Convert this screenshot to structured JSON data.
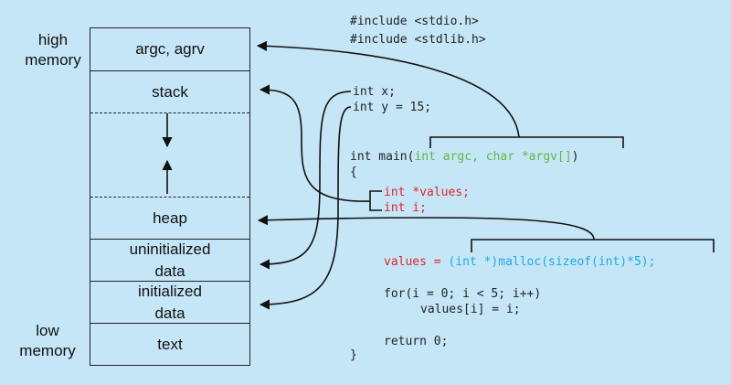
{
  "labels": {
    "high_memory": "high memory",
    "low_memory": "low memory"
  },
  "segments": {
    "argc_argv": "argc, agrv",
    "stack": "stack",
    "heap": "heap",
    "uninit_1": "uninitialized",
    "uninit_2": "data",
    "init_1": "initialized",
    "init_2": "data",
    "text": "text"
  },
  "code": {
    "include1": "#include <stdio.h>",
    "include2": "#include <stdlib.h>",
    "int_x": "int x;",
    "int_y": "int y = 15;",
    "main_prefix": "int main(",
    "main_params": "int argc, char *argv[]",
    "main_suffix": ")",
    "open_brace": "{",
    "int_values": "int *values;",
    "int_i": "int i;",
    "values_assign": "values = ",
    "malloc_call": "(int *)malloc(sizeof(int)*5);",
    "for_line": "for(i = 0; i < 5; i++)",
    "values_i": "values[i] = i;",
    "return_line": "return 0;",
    "close_brace": "}"
  },
  "colors": {
    "background": "#c5e6f7",
    "local_vars": "#e2242c",
    "params": "#5fb846",
    "malloc": "#22a8e0"
  }
}
